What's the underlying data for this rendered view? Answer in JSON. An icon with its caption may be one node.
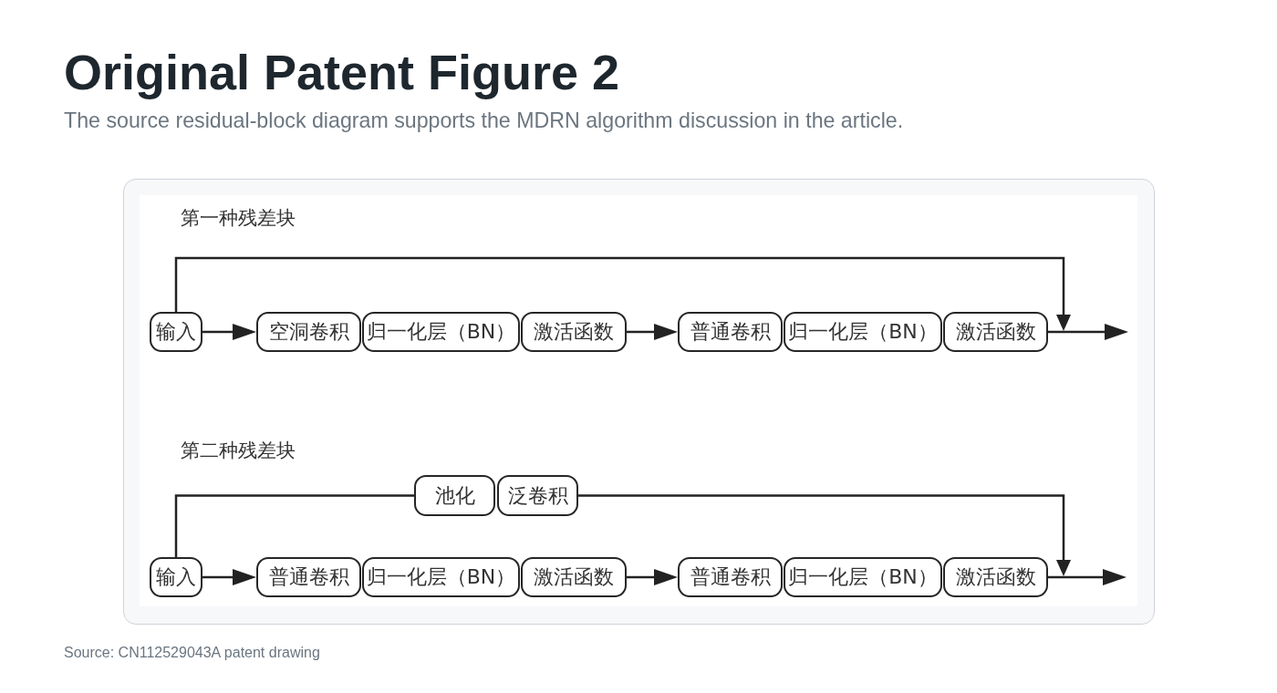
{
  "diagram": {
    "title": "Original Patent Figure 2",
    "caption": "Source: CN112529043A patent drawing",
    "labels": [
      "The source residual-block diagram supports the MDRN algorithm discussion in the article.",
      "第一种残差块",
      "第二种残差块"
    ],
    "nodes": [
      {
        "text": [
          "输入"
        ]
      },
      {
        "text": [
          "空洞卷积"
        ]
      },
      {
        "text": [
          "归一化层（BN）"
        ]
      },
      {
        "text": [
          "激活函数"
        ]
      },
      {
        "text": [
          "普通卷积"
        ]
      },
      {
        "text": [
          "归一化层（BN）"
        ]
      },
      {
        "text": [
          "激活函数"
        ]
      },
      {
        "text": [
          "输入"
        ]
      },
      {
        "text": [
          "普通卷积"
        ]
      },
      {
        "text": [
          "归一化层（BN）"
        ]
      },
      {
        "text": [
          "激活函数"
        ]
      },
      {
        "text": [
          "普通卷积"
        ]
      },
      {
        "text": [
          "归一化层（BN）"
        ]
      },
      {
        "text": [
          "激活函数"
        ]
      },
      {
        "text": [
          "池化"
        ]
      },
      {
        "text": [
          "泛卷积"
        ]
      }
    ],
    "edges": [
      {
        "from": 0,
        "to": 1,
        "arrow": "to"
      },
      {
        "from": 3,
        "to": 4,
        "arrow": "to"
      },
      {
        "from": 6,
        "to": null,
        "arrow": "to"
      },
      {
        "from": 0,
        "to": 6,
        "arrow": "to"
      },
      {
        "from": 7,
        "to": 8,
        "arrow": "to"
      },
      {
        "from": 10,
        "to": 11,
        "arrow": "to"
      },
      {
        "from": 13,
        "to": null,
        "arrow": "to"
      },
      {
        "from": 7,
        "to": 14,
        "arrow": "none"
      },
      {
        "from": 15,
        "to": 13,
        "arrow": "to"
      }
    ]
  }
}
